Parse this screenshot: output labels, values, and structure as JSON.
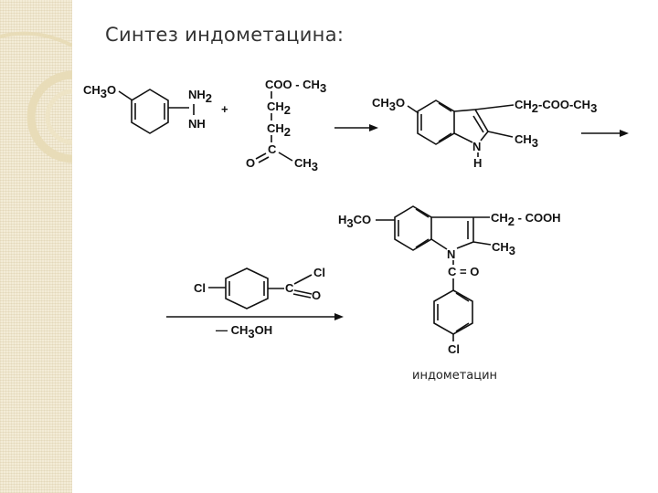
{
  "slide": {
    "title": "Синтез индометацина:",
    "caption": "индометацин"
  },
  "colors": {
    "strip": "#f3ecd7",
    "strip_pattern": "#d7c79a",
    "ink": "#111111",
    "title": "#333333"
  },
  "reagent_hydrazine": {
    "methoxy": [
      "CH",
      "3",
      "O"
    ],
    "nh2": [
      "NH",
      "2"
    ],
    "nh": "NH",
    "plus": "+"
  },
  "reagent_levulinate": {
    "ester": [
      "COO - CH",
      "3"
    ],
    "ch2_a": [
      "CH",
      "2"
    ],
    "ch2_b": [
      "CH",
      "2"
    ],
    "carbonyl_c": "C",
    "carbonyl_o": "O",
    "methyl": [
      "CH",
      "3"
    ]
  },
  "indole_ester": {
    "methoxy": [
      "CH",
      "3",
      "O"
    ],
    "side_chain": [
      "CH",
      "2",
      "-COO-CH",
      "3"
    ],
    "methyl": [
      "CH",
      "3"
    ],
    "n": "N",
    "h": "H"
  },
  "acyl_chloride": {
    "cl_ring": "Cl",
    "c": "C",
    "cl": "Cl",
    "o": "O",
    "byproduct": [
      "— CH",
      "3",
      "OH"
    ]
  },
  "indomethacin": {
    "methoxy": [
      "H",
      "3",
      "CO"
    ],
    "side_chain": [
      "CH",
      "2",
      " - COOH"
    ],
    "methyl": [
      "CH",
      "3"
    ],
    "n": "N",
    "carbonyl": "C = O",
    "cl": "Cl"
  }
}
